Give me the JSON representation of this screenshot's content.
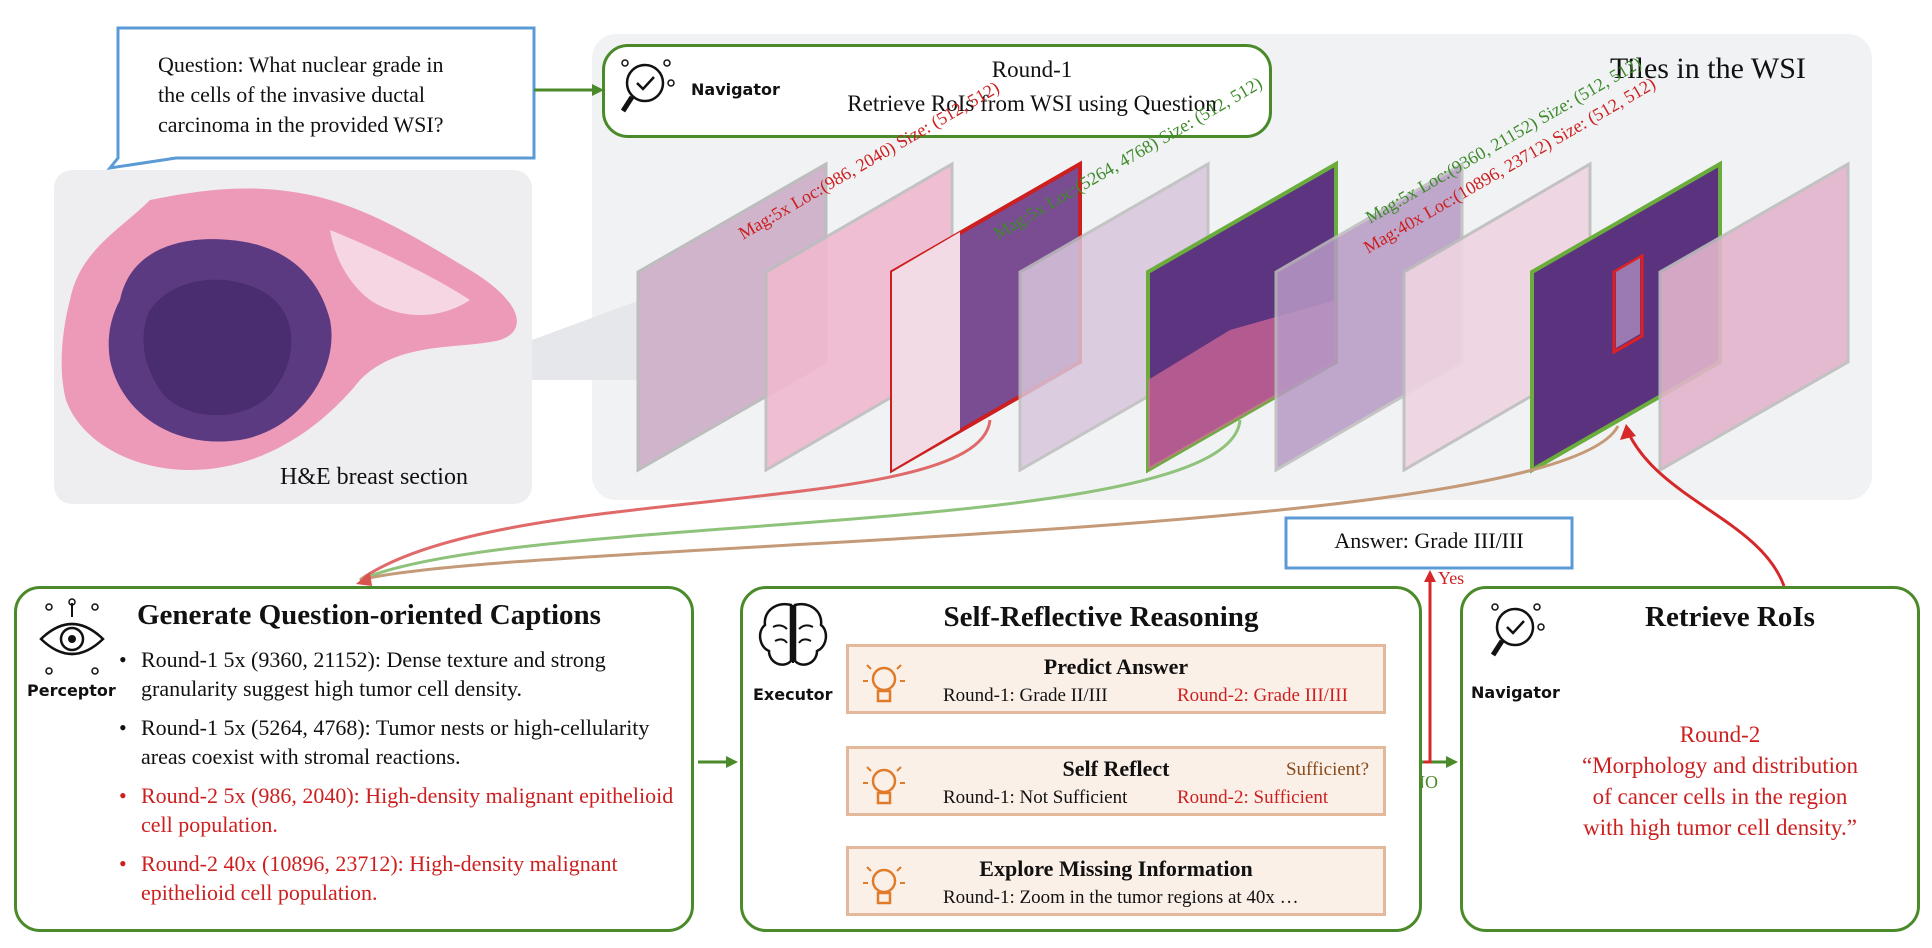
{
  "question": "Question: What nuclear grade in the cells of the invasive ductal carcinoma in the provided WSI?",
  "question_lines": [
    "Question: What nuclear grade in",
    "the cells of the invasive ductal",
    "carcinoma in the provided WSI?"
  ],
  "wsi_caption": "H&E breast section",
  "tiles_title": "Tiles in the WSI",
  "navigator_top": {
    "label": "Navigator",
    "round": "Round-1",
    "task": "Retrieve RoIs from WSI using Question"
  },
  "tile_labels": [
    {
      "text": "Mag:5x Loc:(986, 2040) Size: (512, 512)",
      "color": "#cc1f1f"
    },
    {
      "text": "Mag:5x Loc:(5264, 4768) Size: (512, 512)",
      "color": "#3d8a2a"
    },
    {
      "text": "Mag:5x Loc:(9360, 21152) Size: (512, 512)",
      "color": "#3d8a2a"
    },
    {
      "text": "Mag:40x Loc:(10896, 23712) Size: (512, 512)",
      "color": "#cc1f1f"
    }
  ],
  "answer": "Answer: Grade III/III",
  "yes_label": "Yes",
  "no_label": "NO",
  "perceptor": {
    "label": "Perceptor",
    "title": "Generate Question-oriented Captions",
    "captions": [
      {
        "text": "Round-1 5x (9360, 21152): Dense texture and strong granularity suggest high tumor cell density.",
        "color": "#111111"
      },
      {
        "text": "Round-1 5x (5264, 4768):  Tumor nests or high-cellularity areas coexist with stromal reactions.",
        "color": "#111111"
      },
      {
        "text": "Round-2 5x (986, 2040): High-density malignant epithelioid cell population.",
        "color": "#cc1f1f"
      },
      {
        "text": "Round-2 40x (10896, 23712): High-density malignant epithelioid cell population.",
        "color": "#cc1f1f"
      }
    ]
  },
  "executor": {
    "label": "Executor",
    "title": "Self-Reflective Reasoning",
    "predict": {
      "title": "Predict Answer",
      "r1": "Round-1: Grade II/III",
      "r2": "Round-2: Grade III/III"
    },
    "reflect": {
      "title": "Self Reflect",
      "question": "Sufficient?",
      "r1": "Round-1: Not Sufficient",
      "r2": "Round-2: Sufficient"
    },
    "explore": {
      "title": "Explore Missing Information",
      "r1": "Round-1: Zoom in the tumor regions at 40x …"
    }
  },
  "navigator_bottom": {
    "label": "Navigator",
    "title": "Retrieve RoIs",
    "round": "Round-2",
    "query_lines": [
      "“Morphology and distribution",
      "of cancer cells in the region",
      "with high tumor cell density.”"
    ]
  },
  "colors": {
    "green": "#4a8a2a",
    "red": "#cc1f1f",
    "blue_box": "#5b9bd5",
    "orange": "#e07b2a"
  }
}
